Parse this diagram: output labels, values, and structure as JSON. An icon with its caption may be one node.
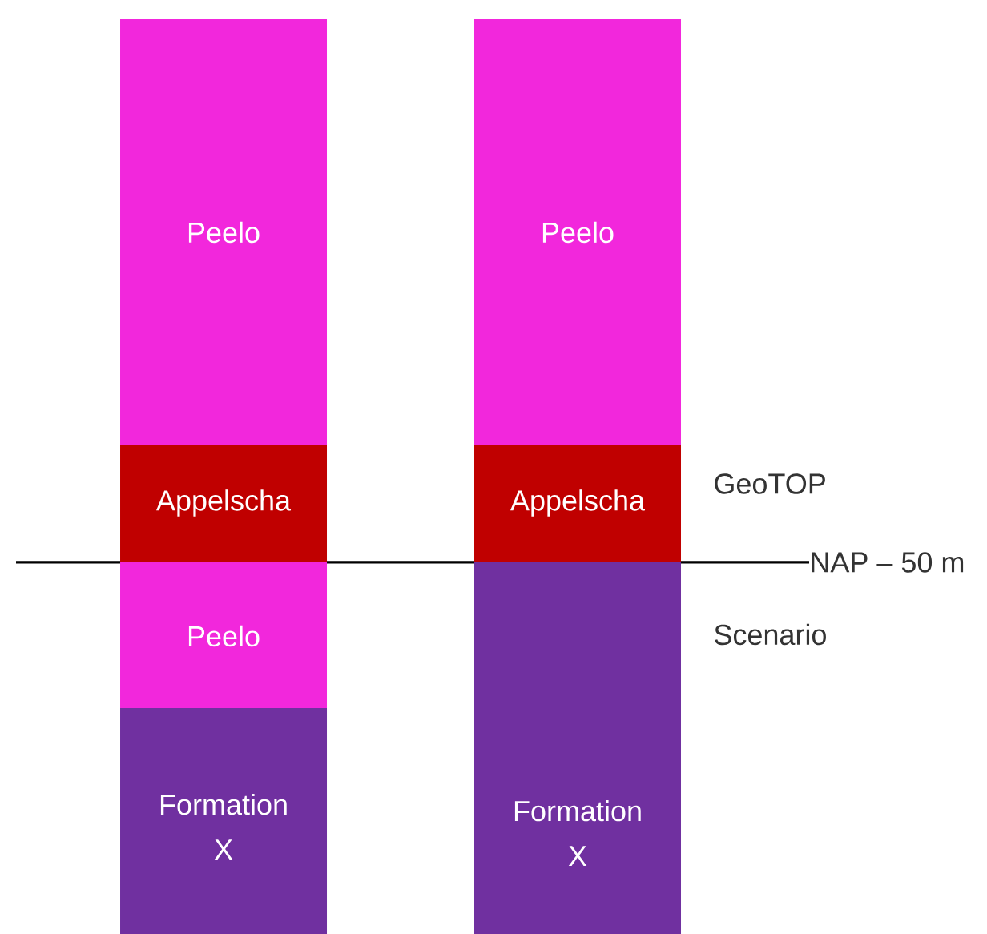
{
  "diagram": {
    "nodes": [
      {
        "text": [
          "Peelo"
        ]
      },
      {
        "text": [
          "Appelscha"
        ]
      },
      {
        "text": [
          "Peelo"
        ]
      },
      {
        "text": [
          "Formation X"
        ]
      },
      {
        "text": [
          "Peelo"
        ]
      },
      {
        "text": [
          "Appelscha"
        ]
      },
      {
        "text": [
          "Formation X"
        ]
      }
    ],
    "labels": [
      "GeoTOP",
      "NAP – 50 m",
      "Scenario"
    ]
  }
}
